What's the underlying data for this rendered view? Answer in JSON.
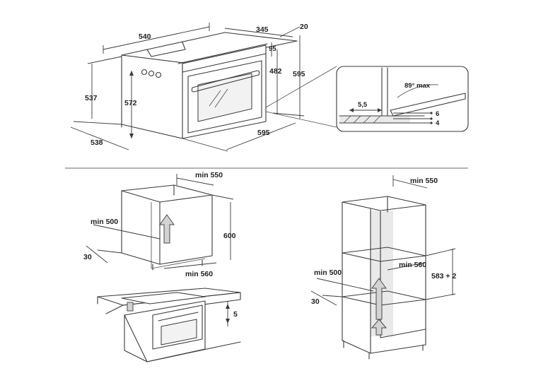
{
  "oven": {
    "width": "540",
    "depth_top": "345",
    "offset": "20",
    "top_gap": "95",
    "front_height": "482",
    "total_height": "595",
    "left_height": "537",
    "inner_height": "572",
    "bottom_depth": "538",
    "front_width": "595"
  },
  "detail": {
    "angle": "89° max",
    "gap": "5,5",
    "d1": "6",
    "d2": "4"
  },
  "under_counter": {
    "depth": "min 550",
    "vent": "min 500",
    "height": "600",
    "width": "min 560",
    "back_gap": "30",
    "hob_gap": "5"
  },
  "tall_unit": {
    "depth": "min 550",
    "width": "min 560",
    "vent": "min 500",
    "height": "583 + 2",
    "back_gap": "30"
  }
}
